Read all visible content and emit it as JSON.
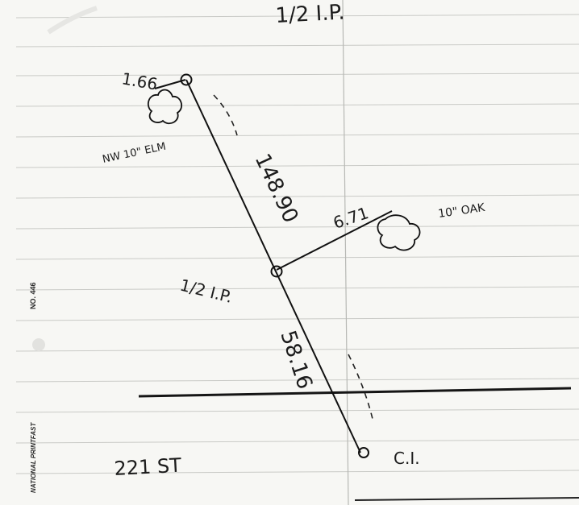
{
  "sketch": {
    "labels": {
      "half_ip_top": "1/2 I.P.",
      "distance_elm": "1.66",
      "elm": "NW 10\" ELM",
      "distance_main": "148.90",
      "distance_oak": "6.71",
      "oak": "10\" OAK",
      "half_ip_mid": "1/2 I.P.",
      "distance_lower": "58.16",
      "street": "221 ST",
      "corner": "C.I."
    },
    "margin": {
      "form_number": "NO. 446",
      "brand": "NATIONAL PRINTFAST"
    }
  }
}
